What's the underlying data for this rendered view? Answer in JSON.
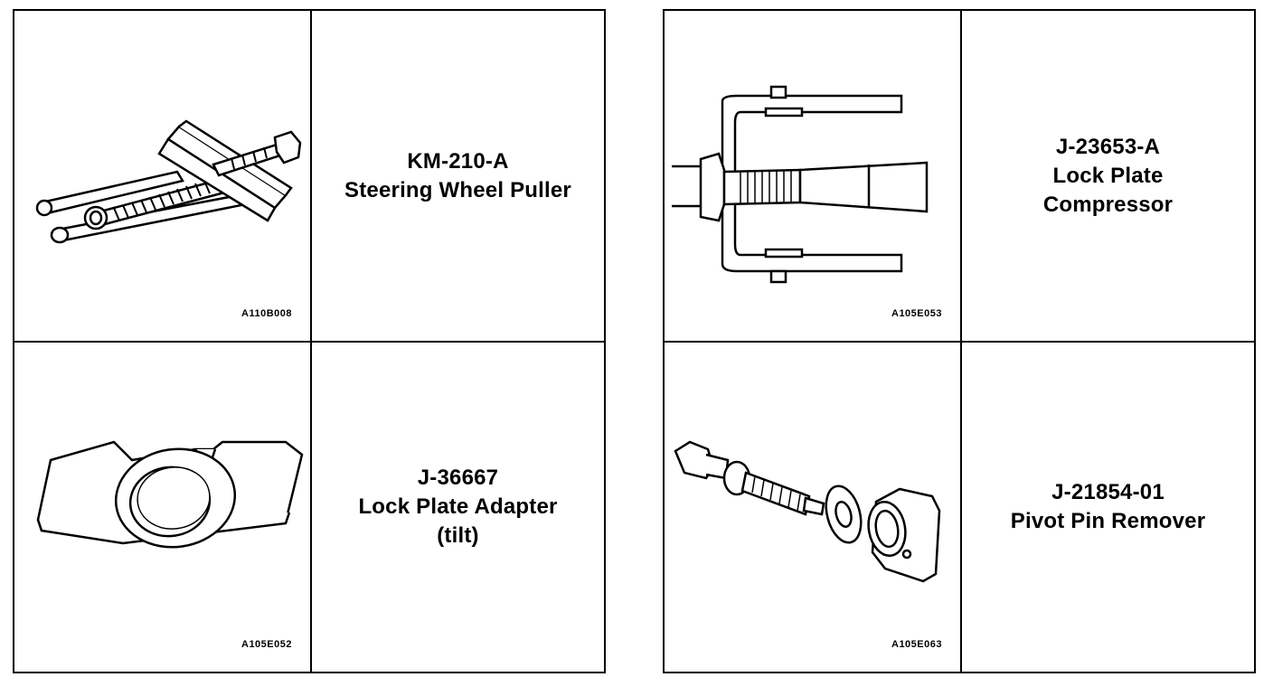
{
  "tools": [
    {
      "code": "A110B008",
      "lines": [
        "KM-210-A",
        "Steering Wheel Puller"
      ],
      "icon": "steering-wheel-puller-icon"
    },
    {
      "code": "A105E052",
      "lines": [
        "J-36667",
        "Lock Plate Adapter",
        "(tilt)"
      ],
      "icon": "lock-plate-adapter-icon"
    },
    {
      "code": "A105E053",
      "lines": [
        "J-23653-A",
        "Lock Plate",
        "Compressor"
      ],
      "icon": "lock-plate-compressor-icon"
    },
    {
      "code": "A105E063",
      "lines": [
        "J-21854-01",
        "Pivot Pin Remover"
      ],
      "icon": "pivot-pin-remover-icon"
    }
  ]
}
